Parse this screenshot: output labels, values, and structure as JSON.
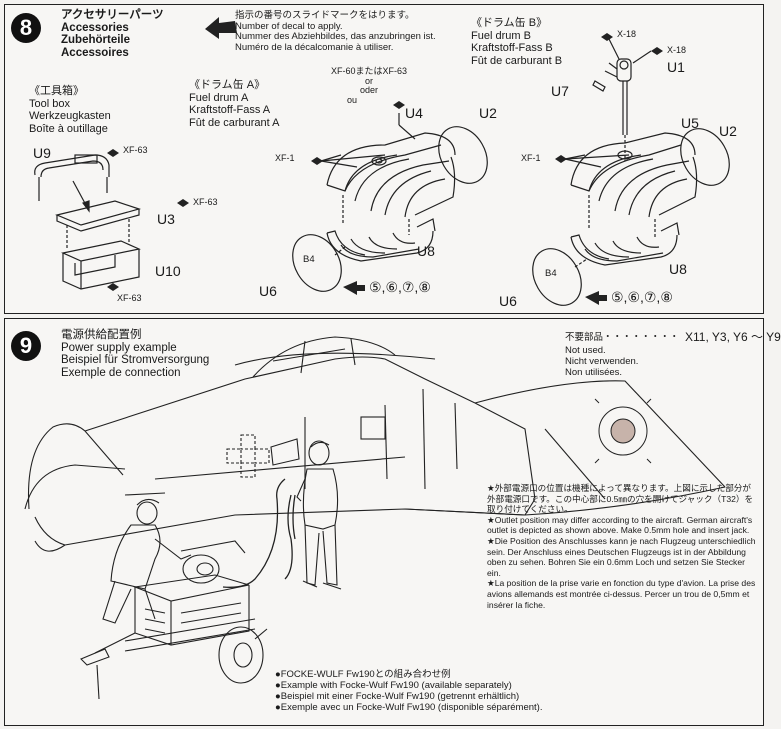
{
  "step8": {
    "number": "8",
    "title_lines": [
      "アクセサリーパーツ",
      "Accessories",
      "Zubehörteile",
      "Accessoires"
    ],
    "decal_note": [
      "指示の番号のスライドマークをはります。",
      "Number of decal to apply.",
      "Nummer des Abziehbildes, das anzubringen ist.",
      "Numéro de la décalcomanie à utiliser."
    ],
    "toolbox": {
      "title_lines": [
        "《工具箱》",
        "Tool box",
        "Werkzeugkasten",
        "Boîte à outillage"
      ],
      "parts": {
        "u9": "U9",
        "u3": "U3",
        "u10": "U10"
      },
      "colors": [
        "XF-63",
        "XF-63",
        "XF-63"
      ]
    },
    "drum_a": {
      "title_lines": [
        "《ドラム缶 A》",
        "Fuel drum A",
        "Kraftstoff-Fass A",
        "Fût de carburant A"
      ],
      "color_note": [
        "XF-60またはXF-63",
        "or",
        "oder",
        "ou"
      ],
      "parts": {
        "u4": "U4",
        "u2": "U2",
        "u8": "U8",
        "u6": "U6"
      },
      "color_xf1": "XF-1",
      "decal_label": "B4",
      "decals": "⑤,⑥,⑦,⑧"
    },
    "drum_b": {
      "title_lines": [
        "《ドラム缶 B》",
        "Fuel drum B",
        "Kraftstoff-Fass B",
        "Fût de carburant B"
      ],
      "parts": {
        "u7": "U7",
        "u1": "U1",
        "u5": "U5",
        "u2": "U2",
        "u8": "U8",
        "u6": "U6"
      },
      "colors": {
        "x18a": "X-18",
        "x18b": "X-18",
        "xf1": "XF-1"
      },
      "decal_label": "B4",
      "decals": "⑤,⑥,⑦,⑧"
    }
  },
  "step9": {
    "number": "9",
    "title_lines": [
      "電源供給配置例",
      "Power supply example",
      "Beispiel für Stromversorgung",
      "Exemple de connection"
    ],
    "unused": {
      "label": "不要部品・・・・・・・・",
      "parts": "X11, Y3, Y6 ～ Y9",
      "lines": [
        "Not used.",
        "Nicht verwenden.",
        "Non utilisées."
      ]
    },
    "outlet_note": [
      "★外部電源口の位置は機種によって異なります。上図に示した部分が外部電源口です。この中心部に0.5㎜の穴を開けてジャック（T32）を取り付けてください。",
      "★Outlet position may differ according to the aircraft. German aircraft's outlet is depicted as shown above. Make 0.5mm hole and insert jack.",
      "★Die Position des Anschlusses kann je nach Flugzeug unterschiedlich sein. Der Anschluss eines Deutschen Flugzeugs ist in der Abbildung oben zu sehen. Bohren Sie ein 0.6mm Loch und setzen Sie Stecker ein.",
      "★La position de la prise varie en fonction du type d'avion. La prise des avions allemands est montrée ci-dessus. Percer un trou de 0,5mm et insérer la fiche."
    ],
    "combo_note": [
      "●FOCKE-WULF Fw190との組み合わせ例",
      "●Example with Focke-Wulf Fw190 (available separately)",
      "●Beispiel mit einer Focke-Wulf Fw190 (getrennt erhältlich)",
      "●Exemple avec un Focke-Wulf Fw190 (disponible séparément)."
    ]
  },
  "colors": {
    "ink": "#1a1a1a",
    "paper": "#f7f6f4",
    "outlet": "#c7b3aa"
  }
}
